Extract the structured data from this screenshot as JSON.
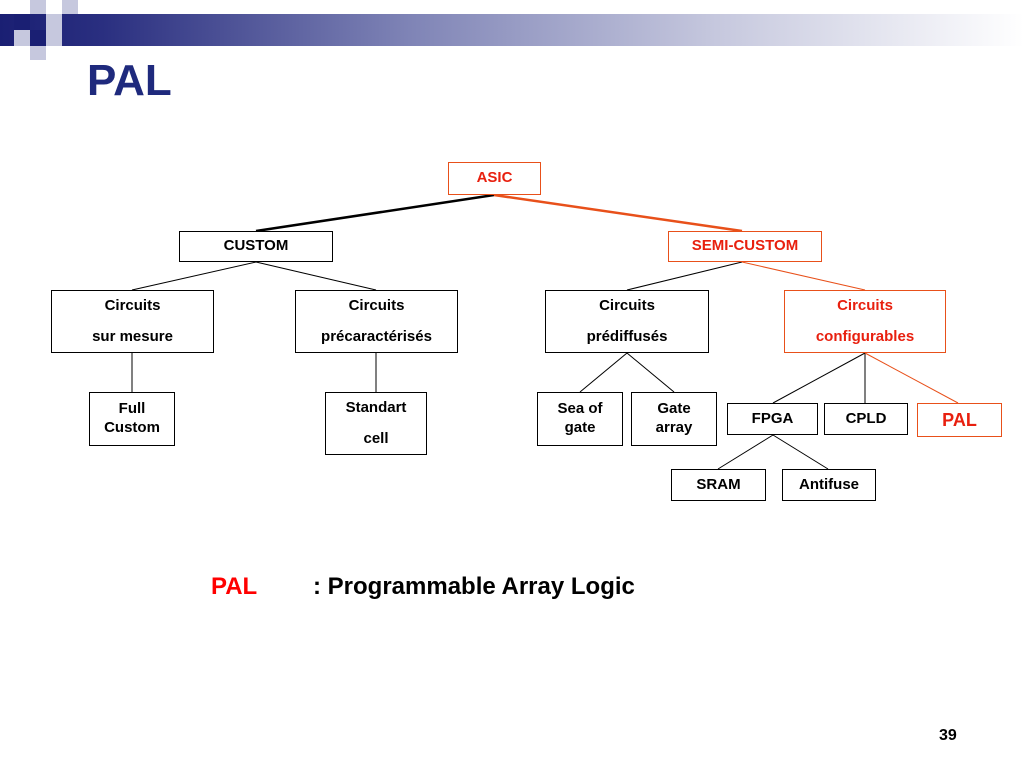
{
  "slide": {
    "title": "PAL",
    "page_number": "39"
  },
  "diagram": {
    "asic": "ASIC",
    "custom": "CUSTOM",
    "semi_custom": "SEMI-CUSTOM",
    "circuits_sur_mesure": [
      "Circuits",
      "sur mesure"
    ],
    "circuits_precaracterises": [
      "Circuits",
      "précaractérisés"
    ],
    "circuits_prediffuses": [
      "Circuits",
      "prédiffusés"
    ],
    "circuits_configurables": [
      "Circuits",
      "configurables"
    ],
    "full_custom": [
      "Full",
      "Custom"
    ],
    "standart_cell": [
      "Standart",
      "cell"
    ],
    "sea_of_gate": [
      "Sea of",
      "gate"
    ],
    "gate_array": [
      "Gate",
      "array"
    ],
    "fpga": "FPGA",
    "cpld": "CPLD",
    "pal": "PAL",
    "sram": "SRAM",
    "antifuse": "Antifuse"
  },
  "definition": {
    "term": "PAL",
    "text": ": Programmable Array Logic"
  },
  "colors": {
    "title": "#1f2a7d",
    "highlight": "#e8501a",
    "term": "#ff0000"
  }
}
